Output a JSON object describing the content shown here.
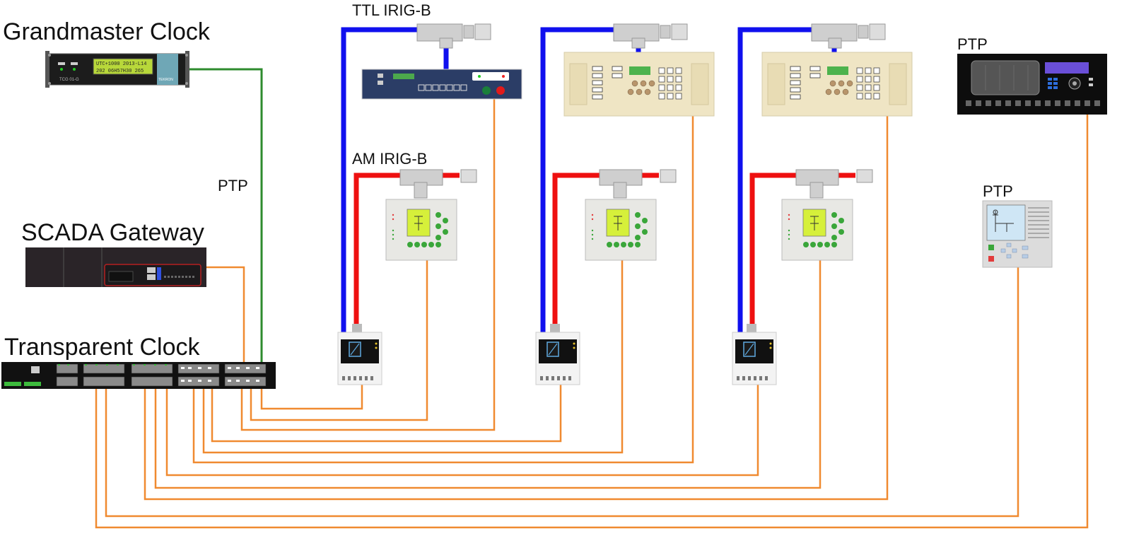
{
  "labels": {
    "grandmaster": "Grandmaster Clock",
    "scada": "SCADA Gateway",
    "transparent": "Transparent Clock",
    "ptp_link": "PTP",
    "ttl_irigb": "TTL IRIG-B",
    "am_irigb": "AM IRIG-B",
    "ptp_top_right": "PTP",
    "ptp_right": "PTP"
  },
  "device_text": {
    "gm_screen_line1": "UTC+1000 2013-L14",
    "gm_screen_line2": "202 06H57H30 265",
    "gm_model": "TCG 01-G",
    "gm_brand": "TEKRON"
  },
  "colors": {
    "ttl_irigb": "#1010ee",
    "am_irigb": "#ee1010",
    "ethernet": "#f08a30",
    "ptp_fiber": "#2e8b2e"
  }
}
